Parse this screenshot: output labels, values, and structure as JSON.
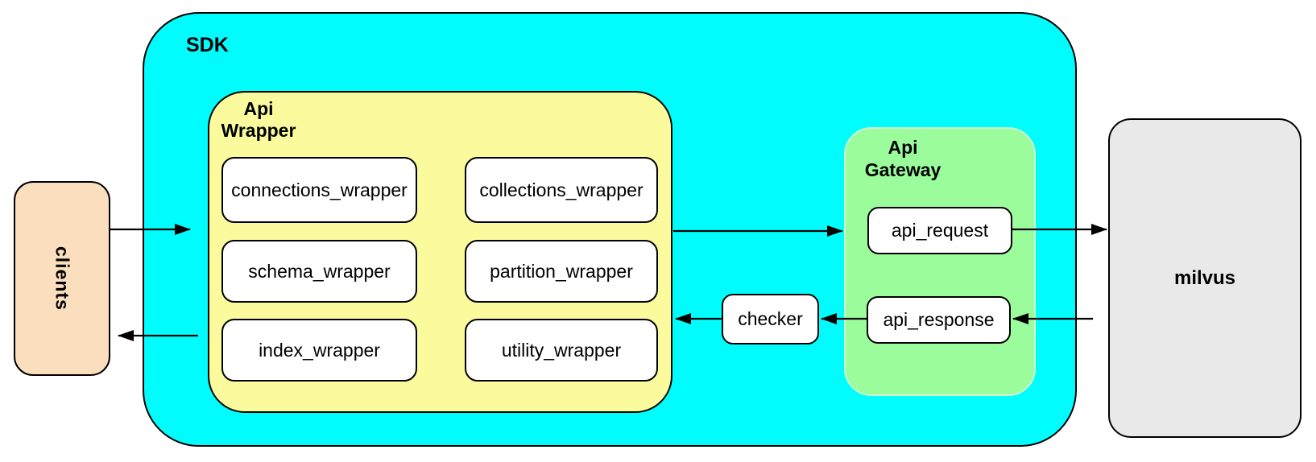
{
  "diagram": {
    "clients": {
      "label": "clients"
    },
    "sdk": {
      "label": "SDK",
      "api_wrapper": {
        "label": "Api\nWrapper",
        "boxes": [
          {
            "label": "connections_wrapper"
          },
          {
            "label": "collections_wrapper"
          },
          {
            "label": "schema_wrapper"
          },
          {
            "label": "partition_wrapper"
          },
          {
            "label": "index_wrapper"
          },
          {
            "label": "utility_wrapper"
          }
        ]
      },
      "api_gateway": {
        "label": "Api\nGateway",
        "request_label": "api_request",
        "response_label": "api_response"
      },
      "checker": {
        "label": "checker"
      }
    },
    "milvus": {
      "label": "milvus"
    },
    "edges": [
      {
        "from": "clients",
        "to": "sdk",
        "direction": "right"
      },
      {
        "from": "sdk",
        "to": "clients",
        "direction": "left"
      },
      {
        "from": "api-wrapper",
        "to": "api-gateway",
        "direction": "right"
      },
      {
        "from": "api_request",
        "to": "milvus",
        "direction": "right"
      },
      {
        "from": "milvus",
        "to": "api_response",
        "direction": "left"
      },
      {
        "from": "api_response",
        "to": "checker",
        "direction": "left"
      },
      {
        "from": "checker",
        "to": "api-wrapper",
        "direction": "left"
      }
    ]
  },
  "colors": {
    "cyan": "#00fdfd",
    "yellow": "#fbfb9e",
    "green": "#9bfc9b",
    "green_border": "#cdf8cd",
    "peach": "#fbdebd",
    "gray": "#e9e9e9",
    "line": "#000000"
  }
}
